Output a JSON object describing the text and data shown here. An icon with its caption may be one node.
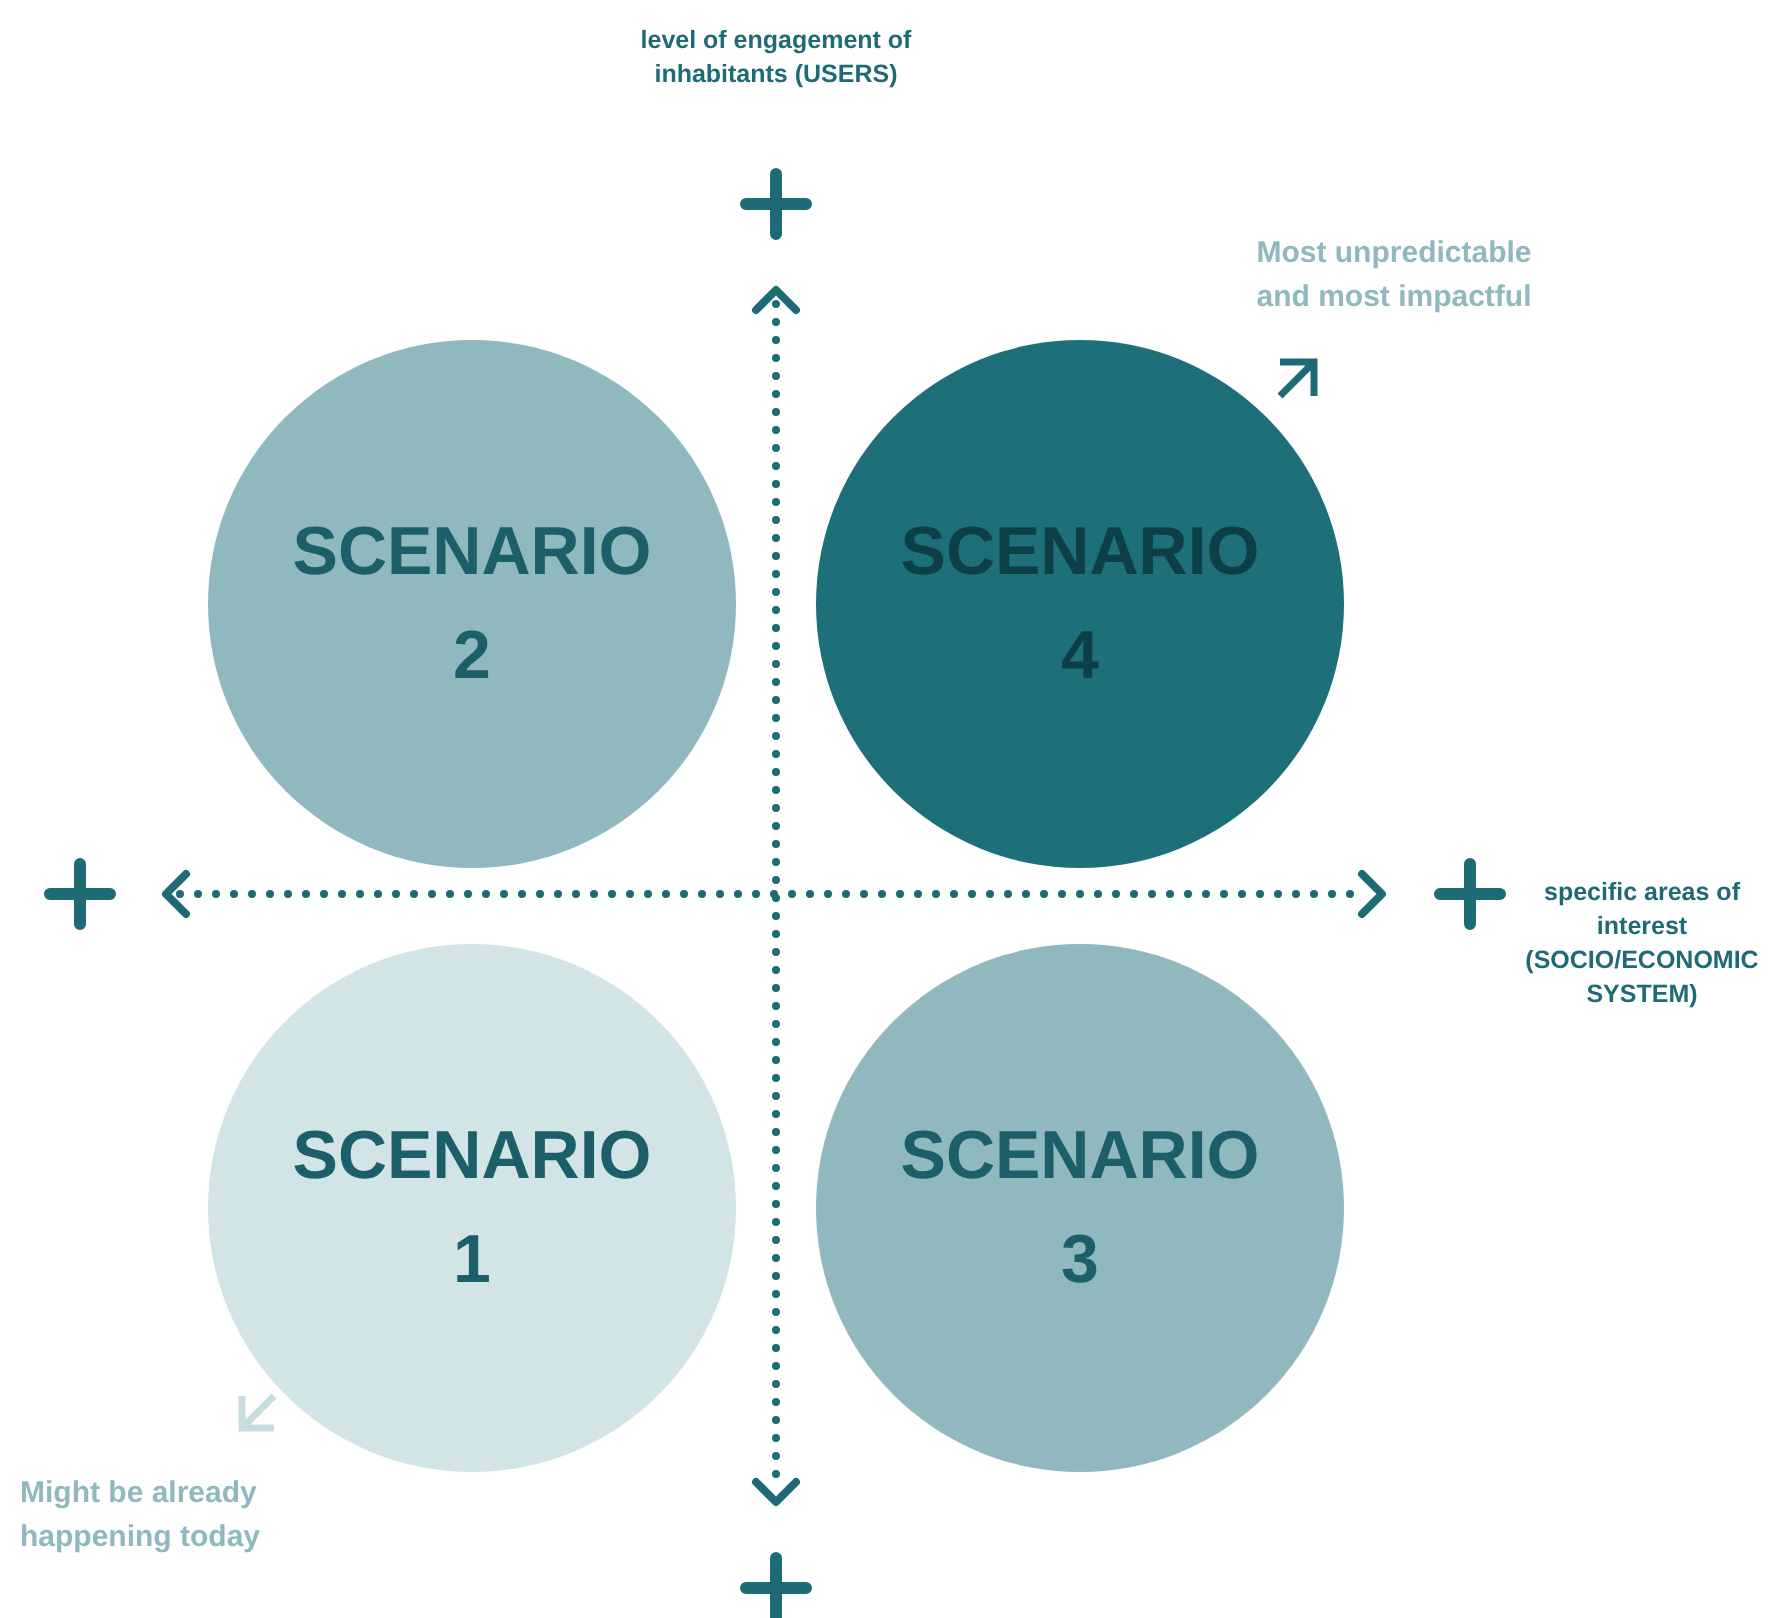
{
  "diagram": {
    "nodes": [
      {
        "text": [
          "SCENARIO 2"
        ]
      },
      {
        "text": [
          "SCENARIO 4"
        ],
        "beside": [
          "Most unpredictable and most impactful"
        ]
      },
      {
        "text": [
          "SCENARIO 1"
        ],
        "beside": [
          "Might be already happening today"
        ]
      },
      {
        "text": [
          "SCENARIO 3"
        ]
      }
    ],
    "labels": [
      "level of engagement of inhabitants (USERS)",
      "specific areas of interest (SOCIO/ECONOMIC SYSTEM)"
    ]
  }
}
